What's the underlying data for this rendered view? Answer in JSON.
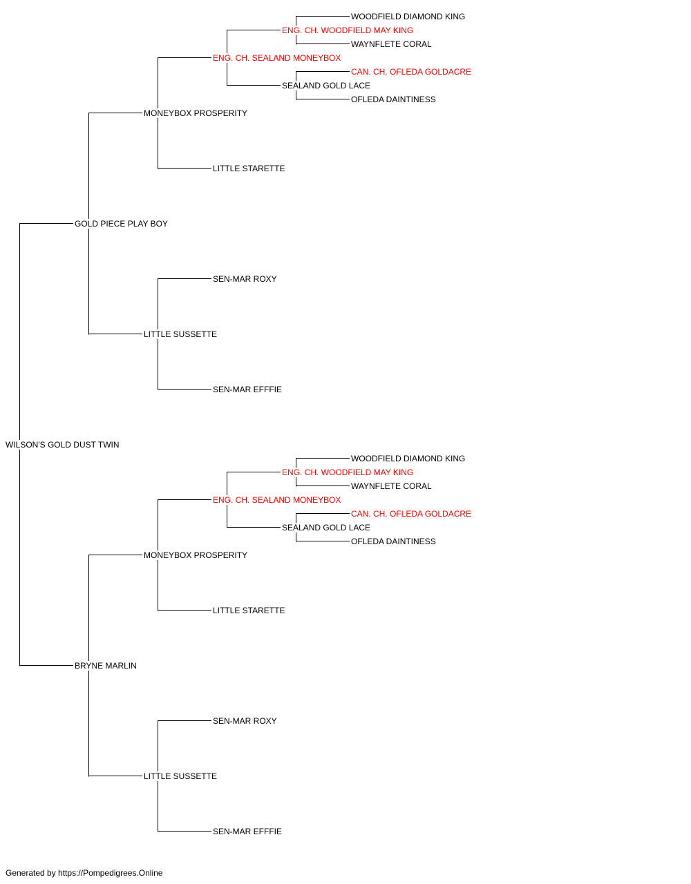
{
  "colors": {
    "line": "#000000",
    "text": "#000000",
    "champion": "#ff0000"
  },
  "pedigree": {
    "name": "WILSON'S GOLD DUST TWIN",
    "parents": [
      {
        "name": "GOLD PIECE PLAY BOY",
        "parents": [
          {
            "name": "MONEYBOX PROSPERITY",
            "parents": [
              {
                "name": "ENG. CH. SEALAND MONEYBOX",
                "champion": true,
                "parents": [
                  {
                    "name": "ENG. CH. WOODFIELD MAY KING",
                    "champion": true,
                    "parents": [
                      {
                        "name": "WOODFIELD DIAMOND KING"
                      },
                      {
                        "name": "WAYNFLETE CORAL"
                      }
                    ]
                  },
                  {
                    "name": "SEALAND GOLD LACE",
                    "parents": [
                      {
                        "name": "CAN. CH. OFLEDA GOLDACRE",
                        "champion": true
                      },
                      {
                        "name": "OFLEDA DAINTINESS"
                      }
                    ]
                  }
                ]
              },
              {
                "name": "LITTLE STARETTE"
              }
            ]
          },
          {
            "name": "LITTLE SUSSETTE",
            "parents": [
              {
                "name": "SEN-MAR ROXY"
              },
              {
                "name": "SEN-MAR EFFFIE"
              }
            ]
          }
        ]
      },
      {
        "name": "BRYNE MARLIN",
        "parents": [
          {
            "name": "MONEYBOX PROSPERITY",
            "parents": [
              {
                "name": "ENG. CH. SEALAND MONEYBOX",
                "champion": true,
                "parents": [
                  {
                    "name": "ENG. CH. WOODFIELD MAY KING",
                    "champion": true,
                    "parents": [
                      {
                        "name": "WOODFIELD DIAMOND KING"
                      },
                      {
                        "name": "WAYNFLETE CORAL"
                      }
                    ]
                  },
                  {
                    "name": "SEALAND GOLD LACE",
                    "parents": [
                      {
                        "name": "CAN. CH. OFLEDA GOLDACRE",
                        "champion": true
                      },
                      {
                        "name": "OFLEDA DAINTINESS"
                      }
                    ]
                  }
                ]
              },
              {
                "name": "LITTLE STARETTE"
              }
            ]
          },
          {
            "name": "LITTLE SUSSETTE",
            "parents": [
              {
                "name": "SEN-MAR ROXY"
              },
              {
                "name": "SEN-MAR EFFFIE"
              }
            ]
          }
        ]
      }
    ]
  },
  "footer": {
    "text": "Generated by https://Pompedigrees.Online"
  }
}
